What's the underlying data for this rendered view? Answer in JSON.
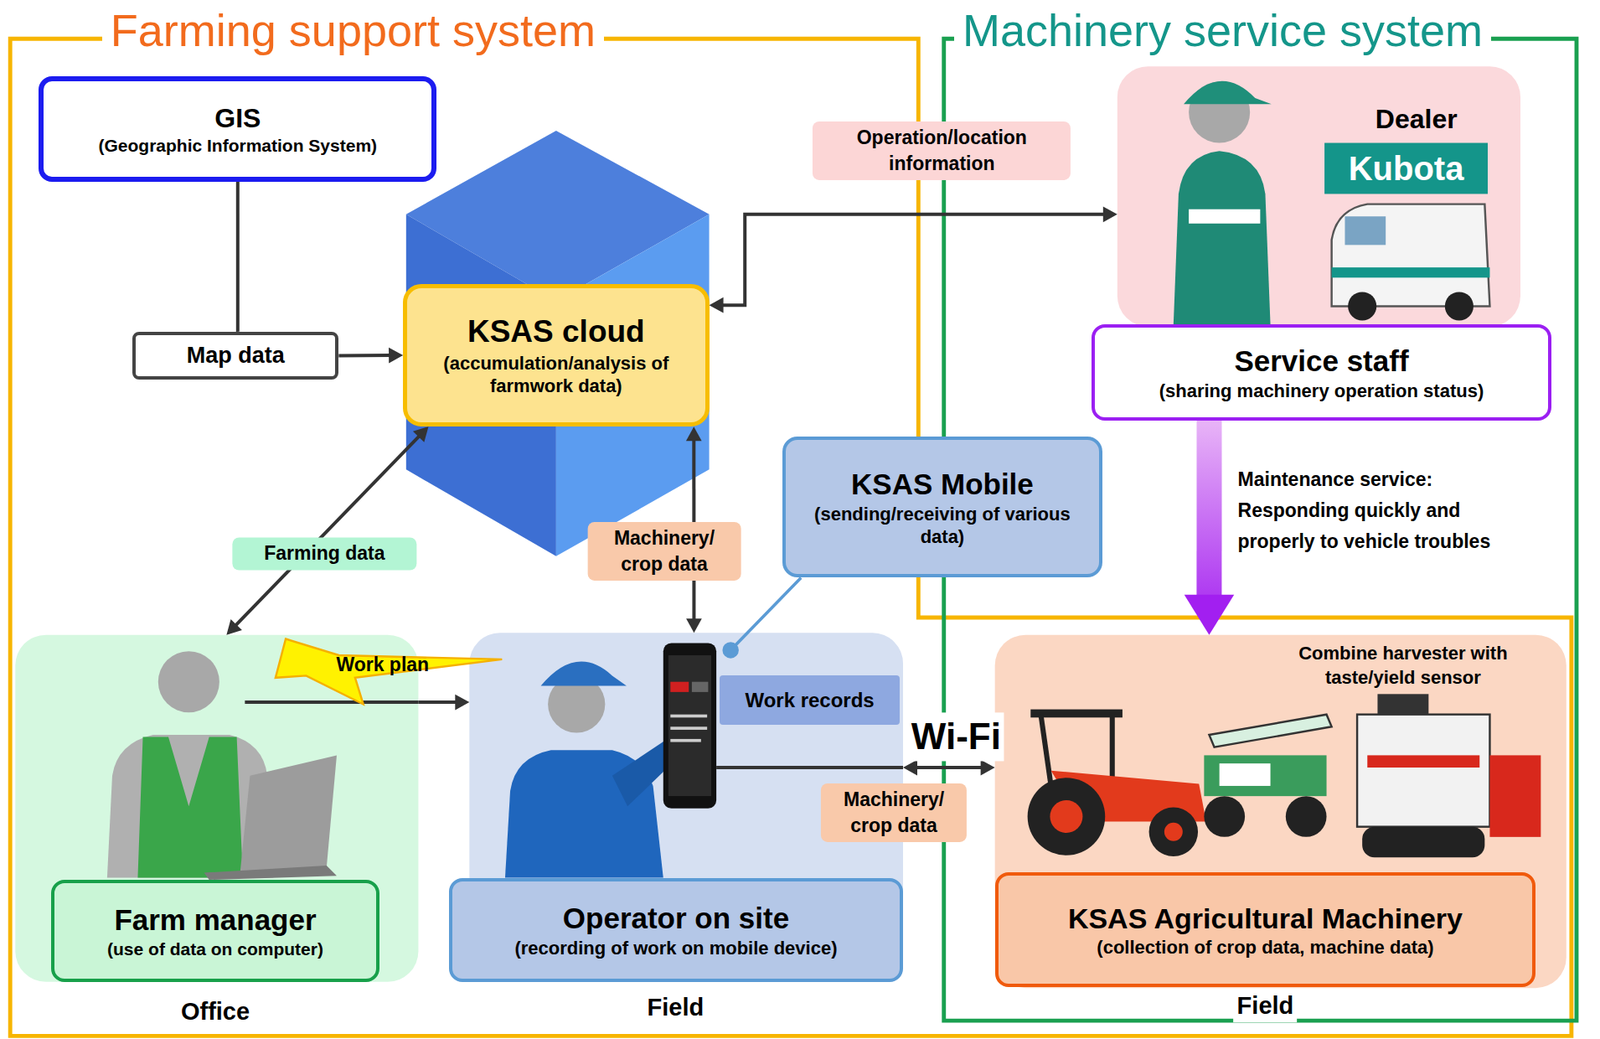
{
  "diagram": {
    "nodes": [
      {
        "text": [
          "Farming support system"
        ]
      },
      {
        "text": [
          "Machinery service system"
        ]
      },
      {
        "text": [
          "GIS",
          "(Geographic Information System)"
        ],
        "in": 0
      },
      {
        "text": [
          "Map data"
        ],
        "in": 0
      },
      {
        "text": [
          "KSAS cloud",
          "(accumulation/analysis of farmwork data)"
        ],
        "in": 0
      },
      {
        "text": [
          "Farm manager",
          "(use of data on computer)"
        ],
        "in": 0
      },
      {
        "text": [
          "Operator on site",
          "(recording of work on mobile device)"
        ],
        "in": 0
      },
      {
        "text": [
          "KSAS Mobile",
          "(sending/receiving of various data)"
        ],
        "in": 0
      },
      {
        "text": [
          "Work records"
        ],
        "in": 6
      },
      {
        "text": [
          "Service staff",
          "(sharing machinery operation status)"
        ],
        "in": 1
      },
      {
        "text": [
          "KSAS Agricultural Machinery",
          "(collection of crop data, machine data)"
        ],
        "in": 1
      }
    ],
    "edges": [
      {
        "from": 3,
        "to": 4,
        "arrow": "to"
      },
      {
        "from": 2,
        "to": 3,
        "arrow": "none"
      },
      {
        "from": 4,
        "to": 9,
        "label": "Operation/location information",
        "arrow": "both"
      },
      {
        "from": 4,
        "to": 5,
        "label": "Farming data",
        "arrow": "both"
      },
      {
        "from": 4,
        "to": 6,
        "label": "Machinery/ crop data",
        "arrow": "both"
      },
      {
        "from": 5,
        "to": 6,
        "label": "Work plan",
        "arrow": "to"
      },
      {
        "from": 6,
        "to": 10,
        "label": "Machinery/ crop data",
        "arrow": "both"
      },
      {
        "from": 9,
        "to": 10,
        "label": "Maintenance service: Responding quickly and properly to vehicle troubles",
        "arrow": "to"
      }
    ],
    "labels": [
      "Dealer",
      "Kubota",
      "Combine harvester with taste/yield sensor",
      "Wi-Fi",
      "Office",
      "Field",
      "Field"
    ]
  }
}
